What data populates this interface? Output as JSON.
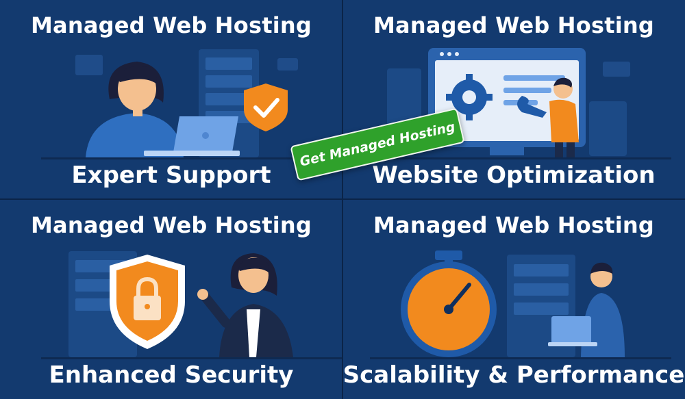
{
  "panels": [
    {
      "heading": "Managed Web Hosting",
      "caption": "Expert Support"
    },
    {
      "heading": "Managed Web Hosting",
      "caption": "Website Optimization"
    },
    {
      "heading": "Managed Web Hosting",
      "caption": "Enhanced Security"
    },
    {
      "heading": "Managed Web Hosting",
      "caption": "Scalability & Performance"
    }
  ],
  "cta": {
    "label": "Get Managed Hosting"
  },
  "colors": {
    "background": "#133a6f",
    "accent_orange": "#f28a1e",
    "cta_green": "#2fa12b",
    "text": "#ffffff"
  },
  "icons": [
    "shield-check-icon",
    "gear-icon",
    "wrench-icon",
    "padlock-icon",
    "stopwatch-icon",
    "laptop-icon",
    "server-rack-icon"
  ]
}
